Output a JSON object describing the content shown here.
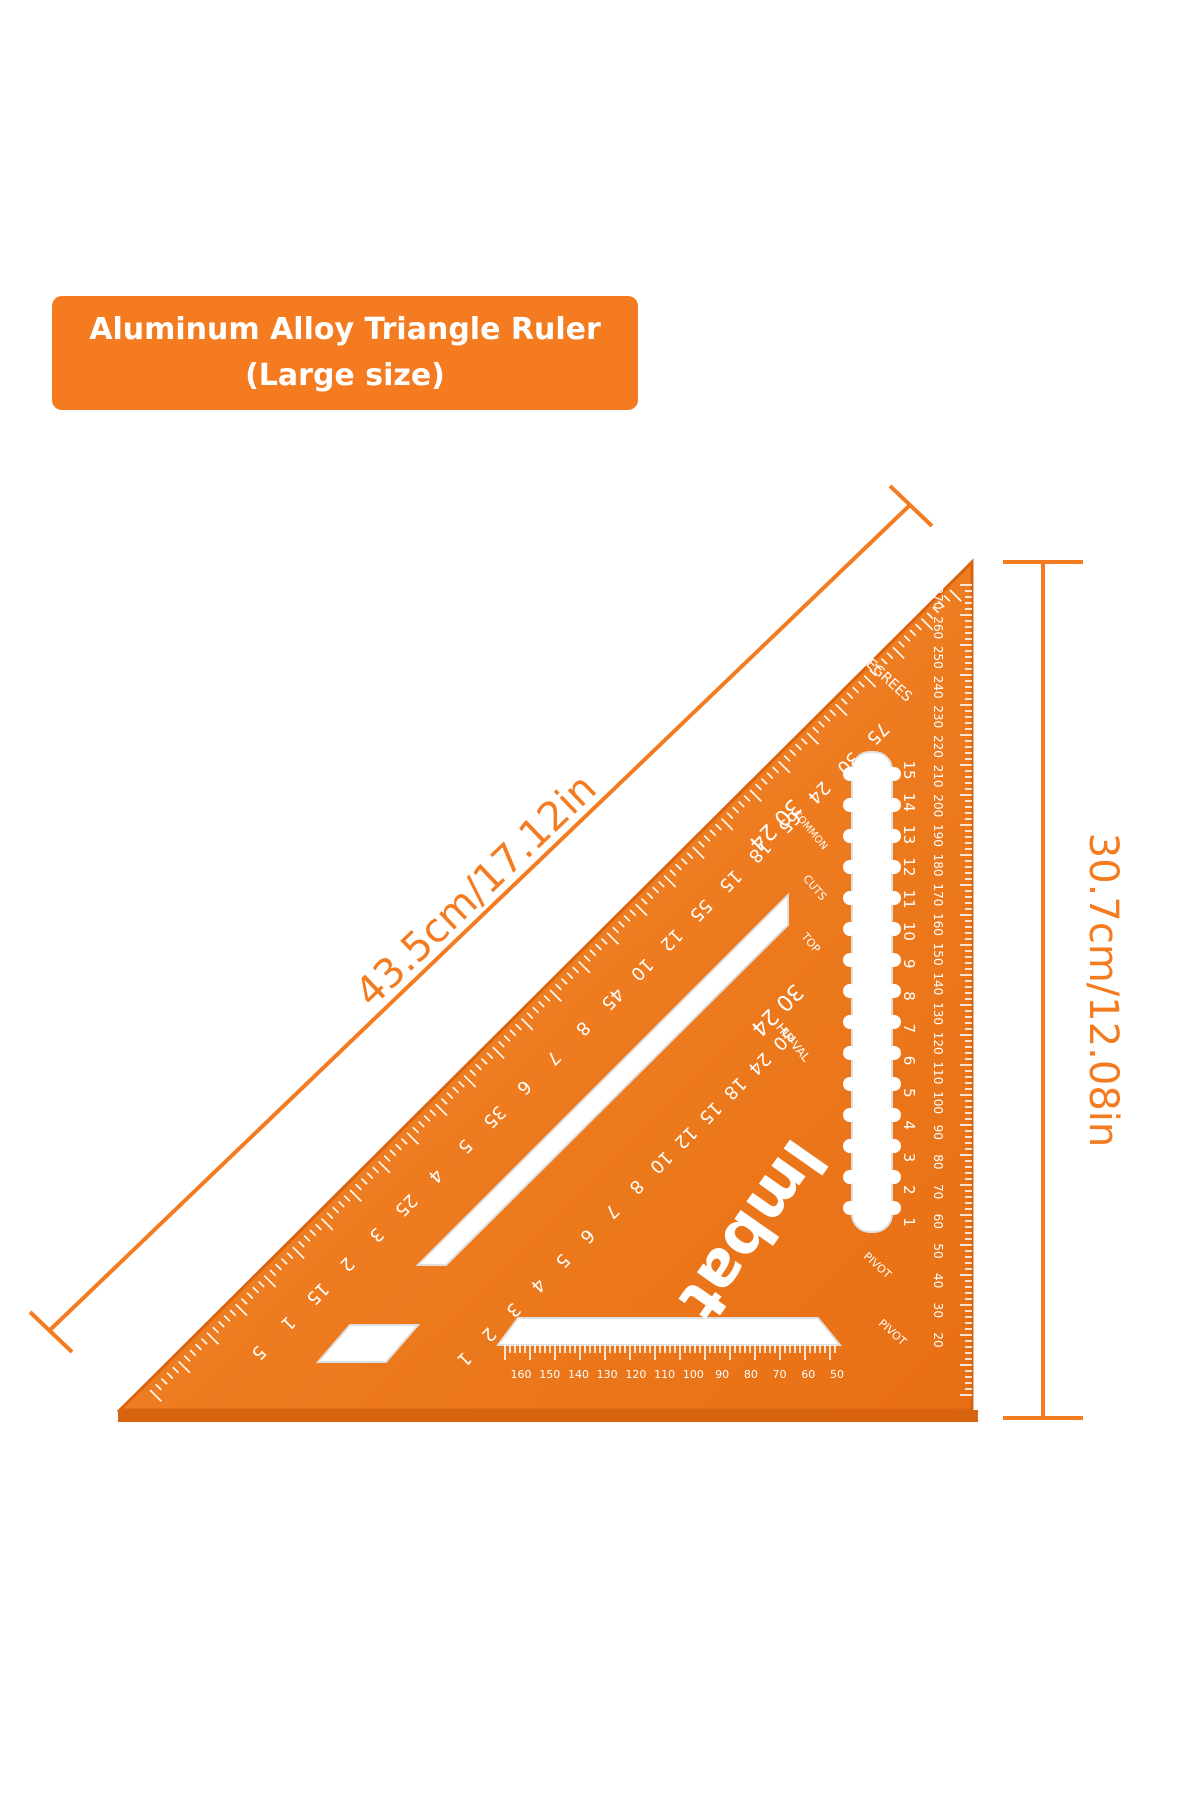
{
  "title": {
    "line1": "Aluminum Alloy Triangle Ruler",
    "line2": "(Large size)"
  },
  "dimensions": {
    "diagonal": "43.5cm/17.12in",
    "height": "30.7cm/12.08in"
  },
  "ruler": {
    "brand": "lmbat",
    "degrees_label": "DEGREES",
    "common_label": "COMMON",
    "cuts_label": "CUTS",
    "top_label": "TOP",
    "hip_val_label": "HIP-VAL",
    "pivot_label": "PIVOT",
    "degree_numbers": [
      "270",
      "260",
      "250",
      "240",
      "230",
      "220",
      "210",
      "200",
      "190",
      "180",
      "170",
      "160",
      "150",
      "140",
      "130",
      "120",
      "110",
      "100",
      "90",
      "80",
      "70",
      "60",
      "50",
      "40",
      "30",
      "20"
    ],
    "bottom_numbers": [
      "160",
      "150",
      "140",
      "130",
      "120",
      "110",
      "100",
      "90",
      "80",
      "70",
      "60",
      "50"
    ],
    "notch_numbers": [
      "15",
      "14",
      "13",
      "12",
      "11",
      "10",
      "9",
      "8",
      "7",
      "6",
      "5",
      "4",
      "3",
      "2",
      "1"
    ],
    "hyp_numbers": [
      "5",
      "1",
      "15",
      "2",
      "3",
      "25",
      "4",
      "5",
      "35",
      "6",
      "7",
      "8",
      "45",
      "10",
      "12",
      "55",
      "15",
      "18",
      "65",
      "24",
      "30",
      "75"
    ],
    "inner_numbers": [
      "1",
      "2",
      "3",
      "4",
      "5",
      "6",
      "7",
      "8",
      "10",
      "12",
      "15",
      "18",
      "24",
      "30"
    ],
    "common_ratio": "30 24",
    "hip_ratio": "30 24"
  },
  "colors": {
    "accent": "#f47b20",
    "ruler_face": "#f07a1c",
    "ruler_edge": "#d9640f",
    "marking": "#ffffff"
  }
}
